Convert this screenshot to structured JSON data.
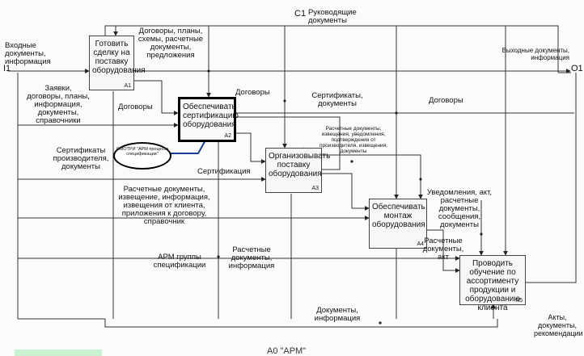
{
  "diagram": {
    "boxes": [
      {
        "id": "a1",
        "label": "Готовить сделку на поставку оборудования",
        "num": "А1"
      },
      {
        "id": "a2",
        "label": "Обеспечивать сертификацию оборудования",
        "num": "А2"
      },
      {
        "id": "a3",
        "label": "Организовывать поставку оборудования",
        "num": "А3"
      },
      {
        "id": "a4",
        "label": "Обеспечивать монтаж оборудования",
        "num": "А4"
      },
      {
        "id": "a5",
        "label": "Проводить обучение по ассортименту продукции и оборудованию клиента",
        "num": "А5"
      }
    ],
    "tags": {
      "c1": "C1",
      "i1": "I1",
      "o1": "O1"
    },
    "arrow_labels": {
      "control_main": "Руководящие документы",
      "input_main": "Входные документы, информация",
      "output_main": "Выходные документы, информация",
      "a1_out": "Договоры, планы, схемы, расчетные документы, предложения",
      "a1_requests": "Заявки, договоры, планы, информация, документы, справочники",
      "contracts_left": "Договоры",
      "contracts_top": "Договоры",
      "certs_docs": "Сертификаты, документы",
      "contracts_right": "Договоры",
      "calc_docs_a3": "Расчетные документы, извещения, уведомления, подтверждения от производителя, извещения, документы",
      "certs_producer": "Сертификаты производителя, документы",
      "certification": "Сертификация",
      "calc_docs_mid": "Расчетные документы, извещение, информация, извещения от клиента, приложения к договору, справочник",
      "notices": "Уведомления, акт, расчетные документы, сообщения, документы",
      "calc_docs_act": "Расчетные документы, акт",
      "arm_group": "АРМ группы спецификации",
      "calc_docs_info": "Расчетные документы, информация",
      "docs_info": "Документы, информация",
      "acts_recs": "Акты, документы, рекомендации"
    },
    "oval_label": "СМОТРИ \"АРМ процесса спецификации\"",
    "bottom_title": "А0 \"АРМ\""
  }
}
